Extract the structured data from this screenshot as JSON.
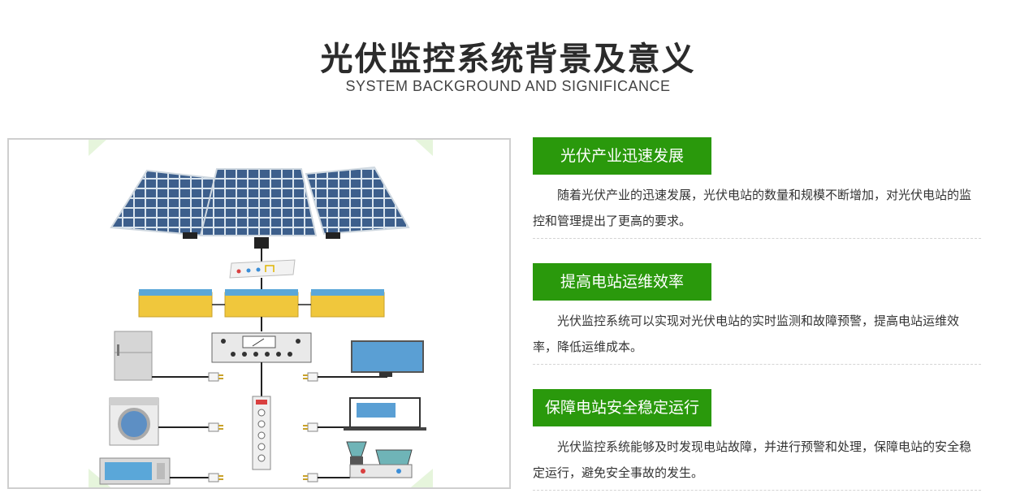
{
  "header": {
    "title": "光伏监控系统背景及意义",
    "subtitle": "SYSTEM BACKGROUND AND SIGNIFICANCE"
  },
  "illustration": {
    "icons": [
      "solar-panel-icon",
      "controller-icon",
      "battery-icon",
      "inverter-icon",
      "fridge-icon",
      "washing-machine-icon",
      "microwave-icon",
      "power-strip-icon",
      "monitor-icon",
      "laptop-icon",
      "blender-icon",
      "plug-icon"
    ]
  },
  "sections": [
    {
      "heading": "光伏产业迅速发展",
      "text": "随着光伏产业的迅速发展，光伏电站的数量和规模不断增加，对光伏电站的监控和管理提出了更高的要求。"
    },
    {
      "heading": "提高电站运维效率",
      "text": "光伏监控系统可以实现对光伏电站的实时监测和故障预警，提高电站运维效率，降低运维成本。"
    },
    {
      "heading": "保障电站安全稳定运行",
      "text": "光伏监控系统能够及时发现电站故障，并进行预警和处理，保障电站的安全稳定运行，避免安全事故的发生。"
    }
  ],
  "colors": {
    "accent": "#2a990c",
    "panel": "#3d5f8c",
    "battery": "#f0c73c",
    "battery_cap": "#5aa7d9"
  }
}
